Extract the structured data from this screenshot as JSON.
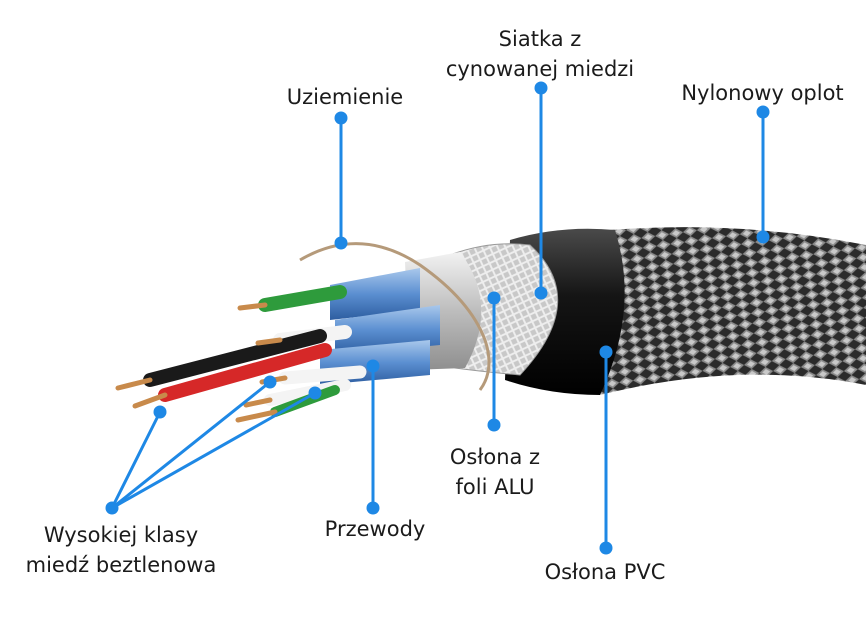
{
  "diagram": {
    "accent_color": "#1e88e5",
    "labels": {
      "siatka": [
        "Siatka z",
        "cynowanej miedzi"
      ],
      "uziemienie": [
        "Uziemienie"
      ],
      "nylonowy": [
        "Nylonowy oplot"
      ],
      "oslona_alu": [
        "Osłona z",
        "foli ALU"
      ],
      "przewody": [
        "Przewody"
      ],
      "miedz": [
        "Wysokiej klasy",
        "miedź beztlenowa"
      ],
      "pvc": [
        "Osłona PVC"
      ]
    }
  }
}
